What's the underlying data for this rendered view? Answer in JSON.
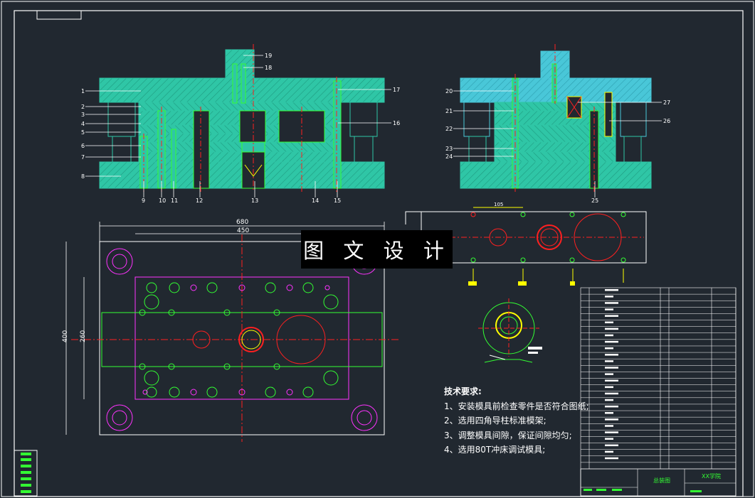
{
  "colors": {
    "background": "#212830",
    "frame": "#ffffff",
    "plate_fill": "#2fc6a6",
    "plate_fill_side": "#49c7d8",
    "center_line": "#ff2020",
    "part_outline": "#33ff33",
    "hole_magenta": "#ff33ff",
    "leader_yellow": "#ffff00"
  },
  "watermark": "图 文 设 计",
  "part_labels_left": [
    "1",
    "2",
    "3",
    "4",
    "5",
    "6",
    "7",
    "8"
  ],
  "part_labels_bottom": [
    "9",
    "10",
    "11",
    "12",
    "13",
    "14",
    "15"
  ],
  "part_labels_right": [
    "19",
    "18",
    "17",
    "16"
  ],
  "side_labels_left": [
    "20",
    "21",
    "22",
    "23",
    "24"
  ],
  "side_labels_right": [
    "27",
    "26",
    "25"
  ],
  "dims": {
    "width_outer": "680",
    "width_inner": "450",
    "height_outer": "400",
    "height_inner": "260",
    "strip_pitch": "105"
  },
  "notes": {
    "title": "技术要求:",
    "items": [
      "1、安装模具前检查零件是否符合图纸;",
      "2、选用四角导柱标准模架;",
      "3、调整模具间隙，保证间隙均匀;",
      "4、选用80T冲床调试模具;"
    ]
  },
  "title_block": {
    "drawing_name": "总装图",
    "company": "XX学院"
  }
}
